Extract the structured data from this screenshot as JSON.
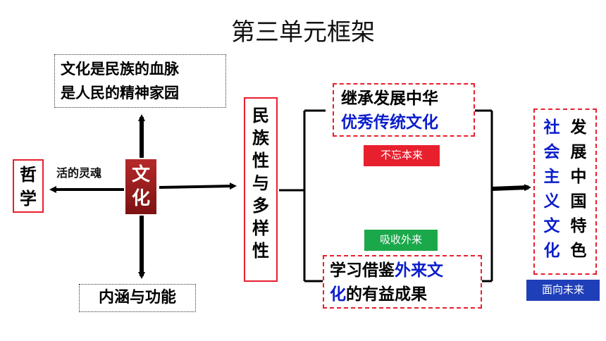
{
  "title": "第三单元框架",
  "top_box": {
    "line1": "文化是民族的血脉",
    "line2": "是人民的精神家园"
  },
  "core": {
    "char1": "文",
    "char2": "化"
  },
  "philosophy": {
    "char1": "哲",
    "char2": "学"
  },
  "arrow_label_left": "活的灵魂",
  "bottom_box": "内涵与功能",
  "nation_box": [
    "民",
    "族",
    "性",
    "与",
    "多",
    "样",
    "性"
  ],
  "inherit_box": {
    "line1": "继承发展中华",
    "line2_blue": "优秀传统文化"
  },
  "learn_box": {
    "line1_black": "学习借鉴",
    "line1_blue": "外来文",
    "line2_blue": "化",
    "line2_black": "的有益成果"
  },
  "tags": {
    "red": "不忘本来",
    "green": "吸收外来",
    "blue": "面向未来"
  },
  "right_box": {
    "blue_col": [
      "社",
      "会",
      "主",
      "义",
      "文",
      "化"
    ],
    "black_col": [
      "发",
      "展",
      "中",
      "国",
      "特",
      "色"
    ]
  },
  "colors": {
    "red": "#e8202e",
    "green": "#1aa84a",
    "blue_tag": "#1f3fb8",
    "blue_text": "#0b1dcc",
    "core": "#9b1c1c"
  }
}
